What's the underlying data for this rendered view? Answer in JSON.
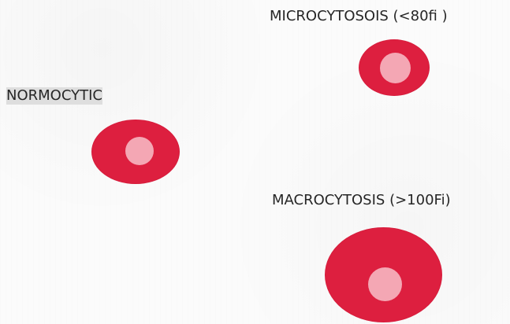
{
  "labels": {
    "normocytic": "NORMOCYTIC",
    "microcytosis": "MICROCYTOSOIS (<80fi )",
    "macrocytosis": "MACROCYTOSIS (>100Fi)"
  },
  "colors": {
    "cell": "#dd1f3f",
    "center": "#f4a7b4",
    "text": "#262626",
    "highlight": "#dedede"
  }
}
